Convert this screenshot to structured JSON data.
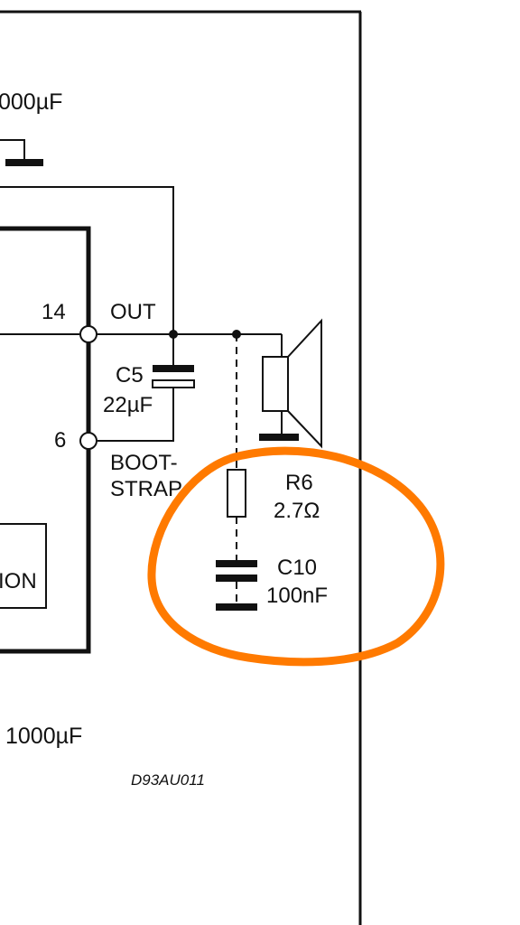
{
  "labels": {
    "top_cap_value": "000µF",
    "pin14": "14",
    "out": "OUT",
    "c5_name": "C5",
    "c5_value": "22µF",
    "pin6": "6",
    "bootstrap_line1": "BOOT-",
    "bootstrap_line2": "STRAP",
    "r6_name": "R6",
    "r6_value": "2.7Ω",
    "c10_name": "C10",
    "c10_value": "100nF",
    "block_label": "ION",
    "bottom_cap_value": "1000µF",
    "drawing_id": "D93AU011"
  },
  "colors": {
    "line": "#111111",
    "highlight": "#ff7a00",
    "background": "#ffffff"
  }
}
